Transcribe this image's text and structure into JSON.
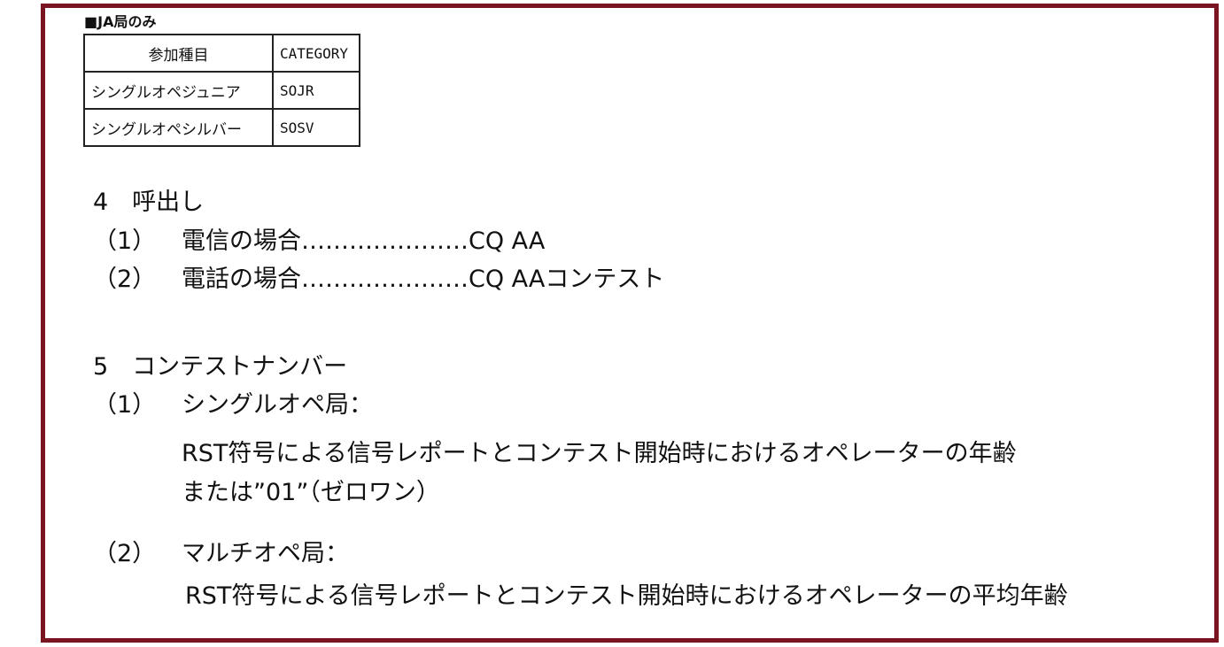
{
  "table": {
    "heading": "■JA局のみ",
    "header": [
      "参加種目",
      "CATEGORY"
    ],
    "rows": [
      [
        "シングルオペジュニア",
        "SOJR"
      ],
      [
        "シングルオペシルバー",
        "SOSV"
      ]
    ]
  },
  "section4": {
    "title": "4　呼出し",
    "items": [
      {
        "num": "（1）",
        "text": "電信の場合…………………CQ AA"
      },
      {
        "num": "（2）",
        "text": "電話の場合…………………CQ AAコンテスト"
      }
    ]
  },
  "section5": {
    "title": "5　コンテストナンバー",
    "items": [
      {
        "num": "（1）",
        "text": "シングルオペ局：",
        "desc1": "RST符号による信号レポートとコンテスト開始時におけるオペレーターの年齢",
        "desc2": "または”01”（ゼロワン）"
      },
      {
        "num": "（2）",
        "text": "マルチオペ局：",
        "desc1": "RST符号による信号レポートとコンテスト開始時におけるオペレーターの平均年齢"
      }
    ]
  }
}
